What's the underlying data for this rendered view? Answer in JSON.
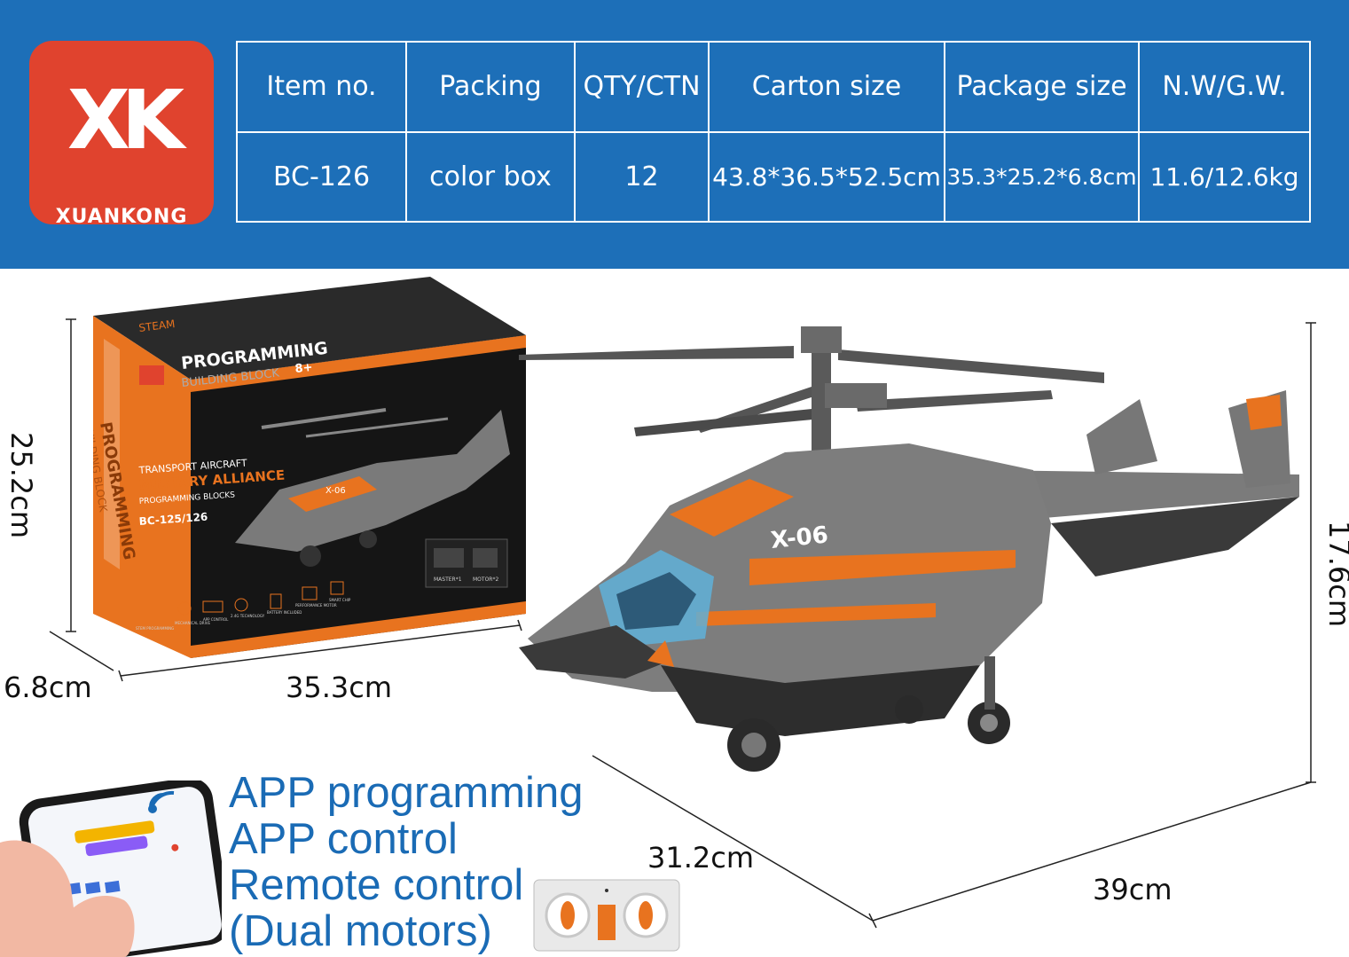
{
  "brand": {
    "mark": "XK",
    "name": "XUANKONG",
    "color": "#e0432e"
  },
  "header_color": "#1d6fb8",
  "spec_table": {
    "headers": [
      "Item no.",
      "Packing",
      "QTY/CTN",
      "Carton size",
      "Package size",
      "N.W/G.W."
    ],
    "row": [
      "BC-126",
      "color box",
      "12",
      "43.8*36.5*52.5cm",
      "35.3*25.2*6.8cm",
      "11.6/12.6kg"
    ]
  },
  "box_art": {
    "steam": "STEAM",
    "title": "PROGRAMMING",
    "subtitle": "BUILDING BLOCK",
    "age": "8+",
    "side_title": "PROGRAMMING",
    "side_sub": "BUILDING BLOCK",
    "line1": "TRANSPORT AIRCRAFT",
    "line2": "MILITARY ALLIANCE",
    "line3": "PROGRAMMING BLOCKS",
    "model": "BC-125/126",
    "heli_label": "X-06",
    "parts": [
      "MASTER*1",
      "MOTOR*2"
    ],
    "features": [
      "STEM PROGRAMMING",
      "MECHANICAL DRIVE",
      "APP CONTROL",
      "2.4G TECHNOLOGY",
      "BATTERY INCLUDED",
      "PERFORMANCE MOTOR",
      "SMART CHIP"
    ]
  },
  "helicopter": {
    "label": "X-06"
  },
  "dimensions": {
    "box_height": "25.2cm",
    "box_depth": "6.8cm",
    "box_width": "35.3cm",
    "heli_height": "17.6cm",
    "heli_depth": "31.2cm",
    "heli_length": "39cm"
  },
  "features": [
    "APP programming",
    "APP control",
    "Remote control",
    "(Dual motors)"
  ]
}
